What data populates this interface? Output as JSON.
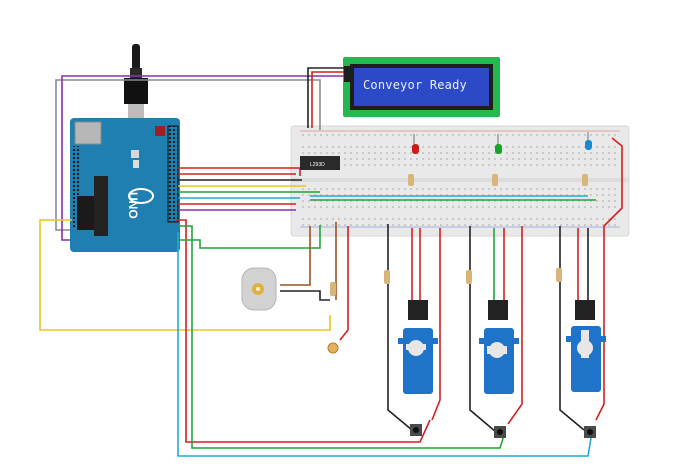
{
  "lcd": {
    "text": "Conveyor Ready"
  },
  "ic": {
    "label": "L293D"
  },
  "arduino": {
    "label": "UNO"
  },
  "colors": {
    "arduino": "#1f7fb1",
    "lcd_frame": "#25b84f",
    "lcd_screen": "#2c49c8",
    "breadboard": "#e9e9e9",
    "servo": "#1f74c9",
    "wire_red": "#d42020",
    "wire_black": "#222222",
    "wire_green": "#23a33a",
    "wire_cyan": "#24a8d8",
    "wire_yellow": "#ecc51a",
    "wire_purple": "#8b2fb5",
    "wire_gray": "#8a8a8a",
    "wire_brown": "#9a5525",
    "led_red": "#cc1a1a",
    "led_green": "#1aa32a",
    "led_blue": "#1a8ad0"
  },
  "components": [
    "arduino-uno",
    "usb-cable",
    "lcd-16x2",
    "breadboard",
    "l293d-chip",
    "red-led",
    "green-led",
    "blue-led",
    "dc-motor",
    "photoresistor",
    "servo-1",
    "servo-2",
    "servo-3",
    "pushbutton-1",
    "pushbutton-2",
    "pushbutton-3",
    "resistors"
  ]
}
